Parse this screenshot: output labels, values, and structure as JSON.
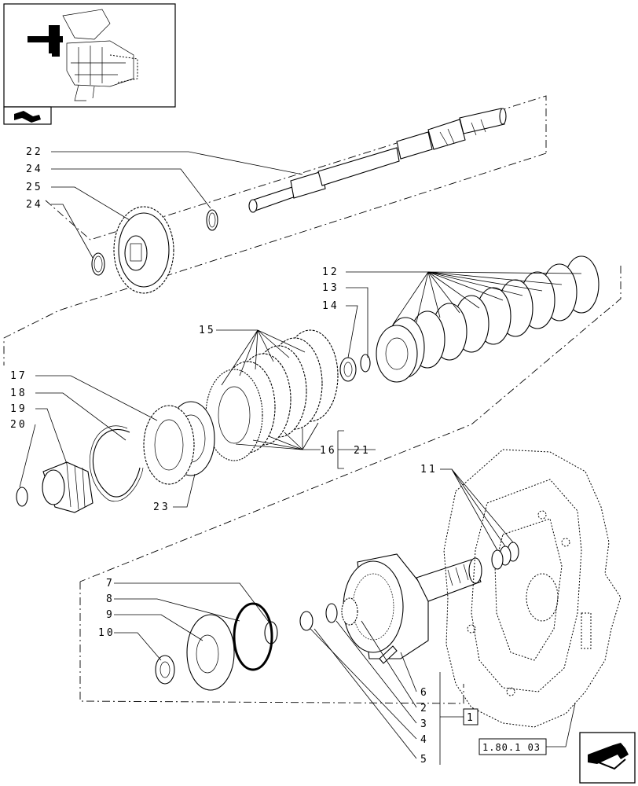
{
  "diagram": {
    "thumbnail_icon": "book-arrow-icon",
    "nav_icon": "next-page-arrow-icon",
    "reference_code": "1.80.1 03",
    "group_label": "1",
    "callouts": {
      "c22": "22",
      "c24a": "24",
      "c25": "25",
      "c24b": "24",
      "c12": "12",
      "c13": "13",
      "c14": "14",
      "c15": "15",
      "c17": "17",
      "c18": "18",
      "c19": "19",
      "c20": "20",
      "c16": "16",
      "c21": "21",
      "c23": "23",
      "c11": "11",
      "c7": "7",
      "c8": "8",
      "c9": "9",
      "c10": "10",
      "c6": "6",
      "c2": "2",
      "c3": "3",
      "c4": "4",
      "c5": "5"
    }
  }
}
